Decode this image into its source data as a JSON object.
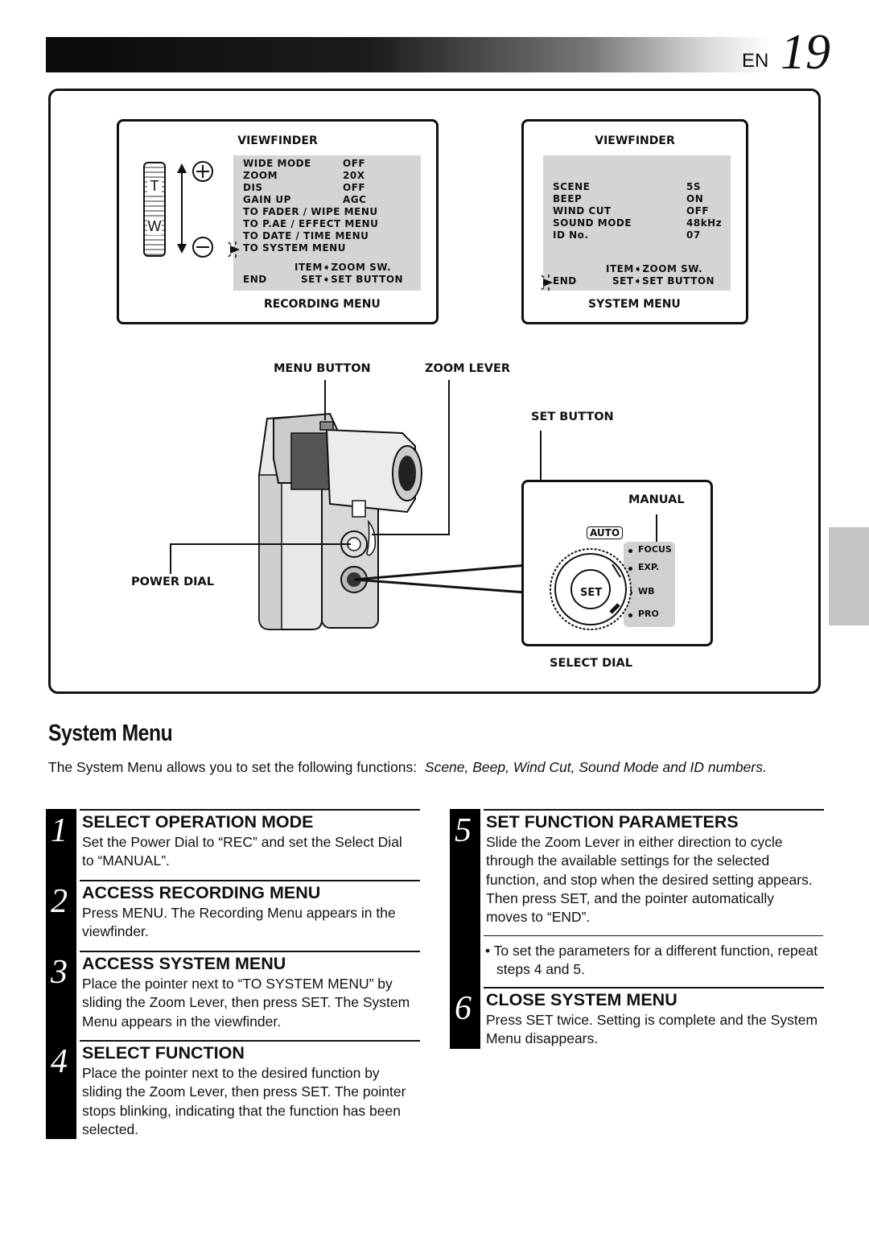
{
  "header": {
    "lang": "EN",
    "page_number": "19"
  },
  "recording_vf": {
    "title": "VIEWFINDER",
    "caption": "RECORDING MENU",
    "rows": [
      {
        "name": "WIDE MODE",
        "value": "OFF"
      },
      {
        "name": "ZOOM",
        "value": "20X"
      },
      {
        "name": "DIS",
        "value": "OFF"
      },
      {
        "name": "GAIN UP",
        "value": "AGC"
      },
      {
        "name": "TO FADER / WIPE MENU",
        "value": ""
      },
      {
        "name": "TO P.AE / EFFECT MENU",
        "value": ""
      },
      {
        "name": "TO DATE / TIME MENU",
        "value": ""
      },
      {
        "name": "TO SYSTEM MENU",
        "value": ""
      }
    ],
    "footer1": "ITEM➧ZOOM SW.",
    "footer2_left": "END",
    "footer2_right": "SET➧SET BUTTON",
    "zoom_t": "T",
    "zoom_w": "W"
  },
  "system_vf": {
    "title": "VIEWFINDER",
    "caption": "SYSTEM MENU",
    "rows": [
      {
        "name": "SCENE",
        "value": "5S"
      },
      {
        "name": "BEEP",
        "value": "ON"
      },
      {
        "name": "WIND CUT",
        "value": "OFF"
      },
      {
        "name": "SOUND MODE",
        "value": "48kHz"
      },
      {
        "name": "ID No.",
        "value": "07"
      }
    ],
    "footer1": "ITEM➧ZOOM SW.",
    "footer2_left": "END",
    "footer2_right": "SET➧SET BUTTON"
  },
  "camera_labels": {
    "menu_button": "MENU BUTTON",
    "zoom_lever": "ZOOM LEVER",
    "set_button": "SET BUTTON",
    "power_dial": "POWER DIAL",
    "manual": "MANUAL",
    "select_dial": "SELECT DIAL",
    "dial_auto": "AUTO",
    "dial_set": "SET",
    "dial_modes": [
      "FOCUS",
      "EXP.",
      "WB",
      "PRO"
    ]
  },
  "section": {
    "title": "System Menu",
    "intro_plain": "The System Menu allows you to set the following functions:",
    "intro_italic": "Scene, Beep, Wind Cut, Sound Mode and ID numbers."
  },
  "steps": [
    {
      "num": "1",
      "head": "SELECT OPERATION MODE",
      "body": "Set the Power Dial to “REC” and set the Select Dial to “MANUAL”."
    },
    {
      "num": "2",
      "head": "ACCESS RECORDING MENU",
      "body": "Press MENU. The Recording Menu appears in the viewfinder."
    },
    {
      "num": "3",
      "head": "ACCESS SYSTEM MENU",
      "body": "Place the pointer next to “TO SYSTEM MENU” by sliding the Zoom Lever, then press SET. The System Menu appears in the viewfinder."
    },
    {
      "num": "4",
      "head": "SELECT FUNCTION",
      "body": "Place the pointer next to the desired function by sliding the Zoom Lever, then press SET. The pointer stops blinking, indicating that the function has been selected."
    },
    {
      "num": "5",
      "head": "SET FUNCTION PARAMETERS",
      "body": "Slide the Zoom Lever in either direction to cycle through the available settings for the selected function, and stop when the desired setting appears. Then press SET, and the pointer automatically moves to “END”."
    },
    {
      "num": "6",
      "head": "CLOSE SYSTEM MENU",
      "body": "Press SET twice. Setting is complete and the System Menu disappears."
    }
  ],
  "note": "• To set the parameters for a different function, repeat steps 4 and 5."
}
